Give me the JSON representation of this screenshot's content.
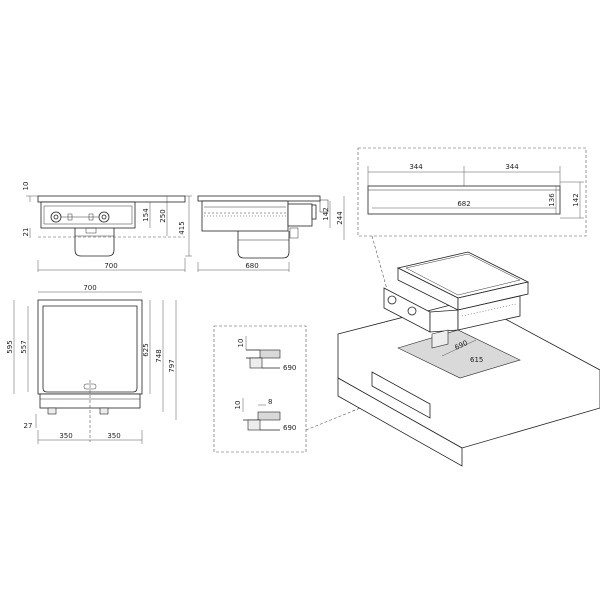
{
  "front_view": {
    "width_label": "700",
    "height_label": "415",
    "top_label": "10",
    "side_label": "21",
    "mid_label_a": "154",
    "mid_label_b": "250"
  },
  "side_view": {
    "depth_label": "680",
    "h_label_a": "142",
    "h_label_b": "244"
  },
  "top_view": {
    "width_label": "700",
    "d_label_a": "595",
    "d_label_b": "557",
    "d_label_c": "625",
    "d_label_d": "748",
    "d_label_e": "797",
    "foot_label": "27",
    "half_left": "350",
    "half_right": "350"
  },
  "cutout_view": {
    "left_label": "344",
    "right_label": "344",
    "total_label": "682",
    "h_inner": "136",
    "h_outer": "142"
  },
  "install_view": {
    "cut_depth": "690",
    "cut_width": "615"
  },
  "detail_view": {
    "a_top": "10",
    "a_width": "690",
    "b_top": "10",
    "b_offset": "8",
    "b_width": "690"
  }
}
